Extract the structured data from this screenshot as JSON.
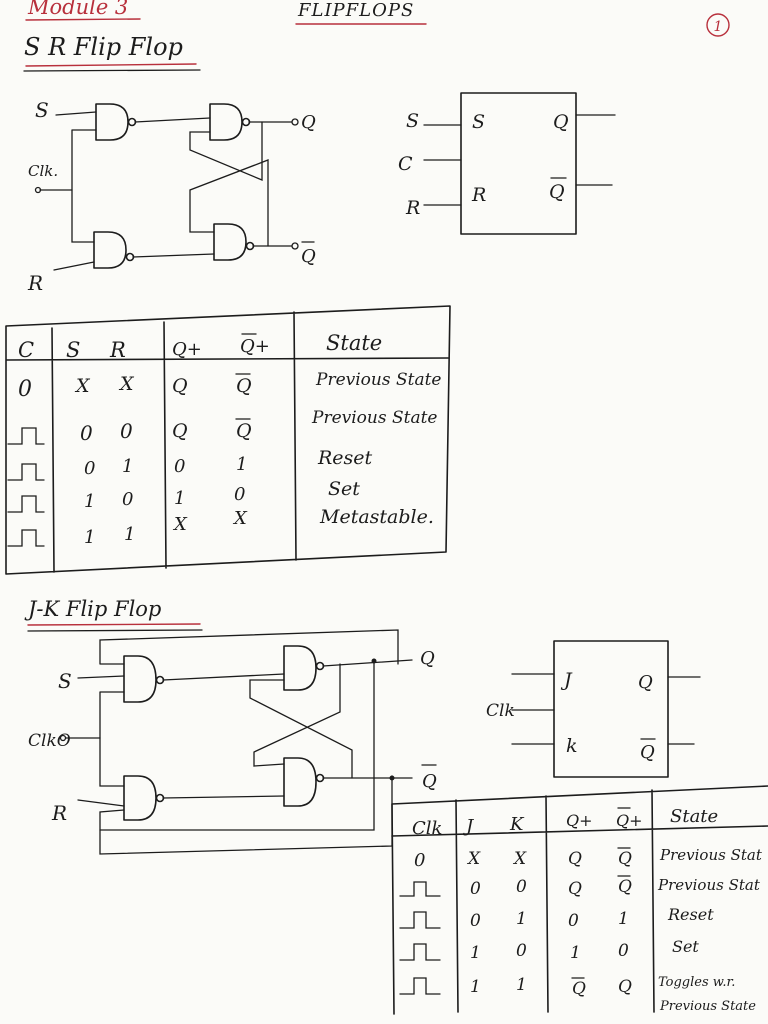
{
  "header": {
    "module": "Module 3",
    "title": "FLIPFLOPS",
    "page_number": "1"
  },
  "sr_section": {
    "heading": "S R Flip Flop",
    "circuit_labels": {
      "s": "S",
      "clk": "Clk.",
      "r": "R",
      "q": "Q",
      "q_bar": "Q"
    },
    "block_labels": {
      "s_in": "S",
      "c_in": "C",
      "r_in": "R",
      "s": "S",
      "r": "R",
      "q": "Q",
      "q_bar": "Q"
    },
    "table": {
      "headers": [
        "C",
        "S",
        "R",
        "Q+",
        "Q+",
        "State"
      ],
      "rows": [
        {
          "clk": "0",
          "s": "X",
          "r": "X",
          "q": "Q",
          "qb": "Q",
          "state": "Previous State"
        },
        {
          "clk": "pulse",
          "s": "0",
          "r": "0",
          "q": "Q",
          "qb": "Q",
          "state": "Previous State"
        },
        {
          "clk": "pulse",
          "s": "0",
          "r": "1",
          "q": "0",
          "qb": "1",
          "state": "Reset"
        },
        {
          "clk": "pulse",
          "s": "1",
          "r": "0",
          "q": "1",
          "qb": "0",
          "state": "Set"
        },
        {
          "clk": "pulse",
          "s": "1",
          "r": "1",
          "q": "X",
          "qb": "X",
          "state": "Metastable."
        }
      ]
    }
  },
  "jk_section": {
    "heading": "J-K Flip Flop",
    "circuit_labels": {
      "s": "S",
      "clk": "ClkO",
      "r": "R",
      "q": "Q",
      "q_bar": "Q"
    },
    "block_labels": {
      "clk": "Clk",
      "j": "J",
      "k": "k",
      "q": "Q",
      "q_bar": "Q"
    },
    "table": {
      "headers": [
        "Clk",
        "J",
        "K",
        "Q+",
        "Q+",
        "State"
      ],
      "rows": [
        {
          "clk": "0",
          "j": "X",
          "k": "X",
          "q": "Q",
          "qb": "Q",
          "state": "Previous Stat"
        },
        {
          "clk": "pulse",
          "j": "0",
          "k": "0",
          "q": "Q",
          "qb": "Q",
          "state": "Previous Stat"
        },
        {
          "clk": "pulse",
          "j": "0",
          "k": "1",
          "q": "0",
          "qb": "1",
          "state": "Reset"
        },
        {
          "clk": "pulse",
          "j": "1",
          "k": "0",
          "q": "1",
          "qb": "0",
          "state": "Set"
        },
        {
          "clk": "pulse",
          "j": "1",
          "k": "1",
          "q": "Q",
          "qb": "Q",
          "state": "Toggles w.r.",
          "state2": "Previous State"
        }
      ]
    }
  }
}
